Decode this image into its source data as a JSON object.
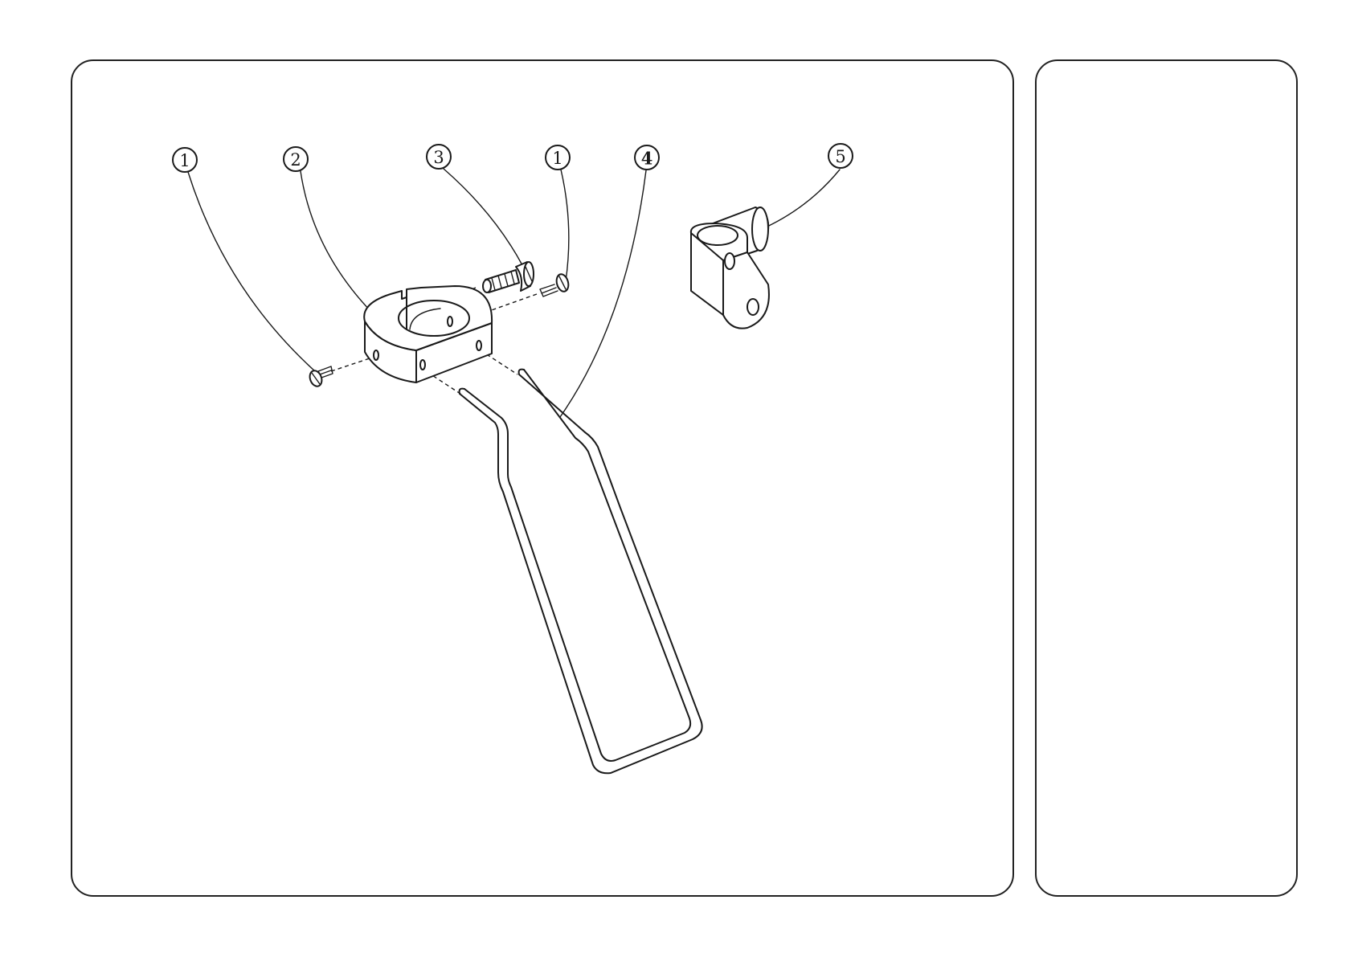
{
  "callouts": [
    {
      "id": "c1a",
      "label": "1"
    },
    {
      "id": "c2",
      "label": "2"
    },
    {
      "id": "c3",
      "label": "3"
    },
    {
      "id": "c1b",
      "label": "1"
    },
    {
      "id": "c4",
      "label": "4"
    },
    {
      "id": "c5",
      "label": "5"
    }
  ],
  "colors": {
    "ink": "#1a1a1a",
    "paper": "#ffffff"
  }
}
